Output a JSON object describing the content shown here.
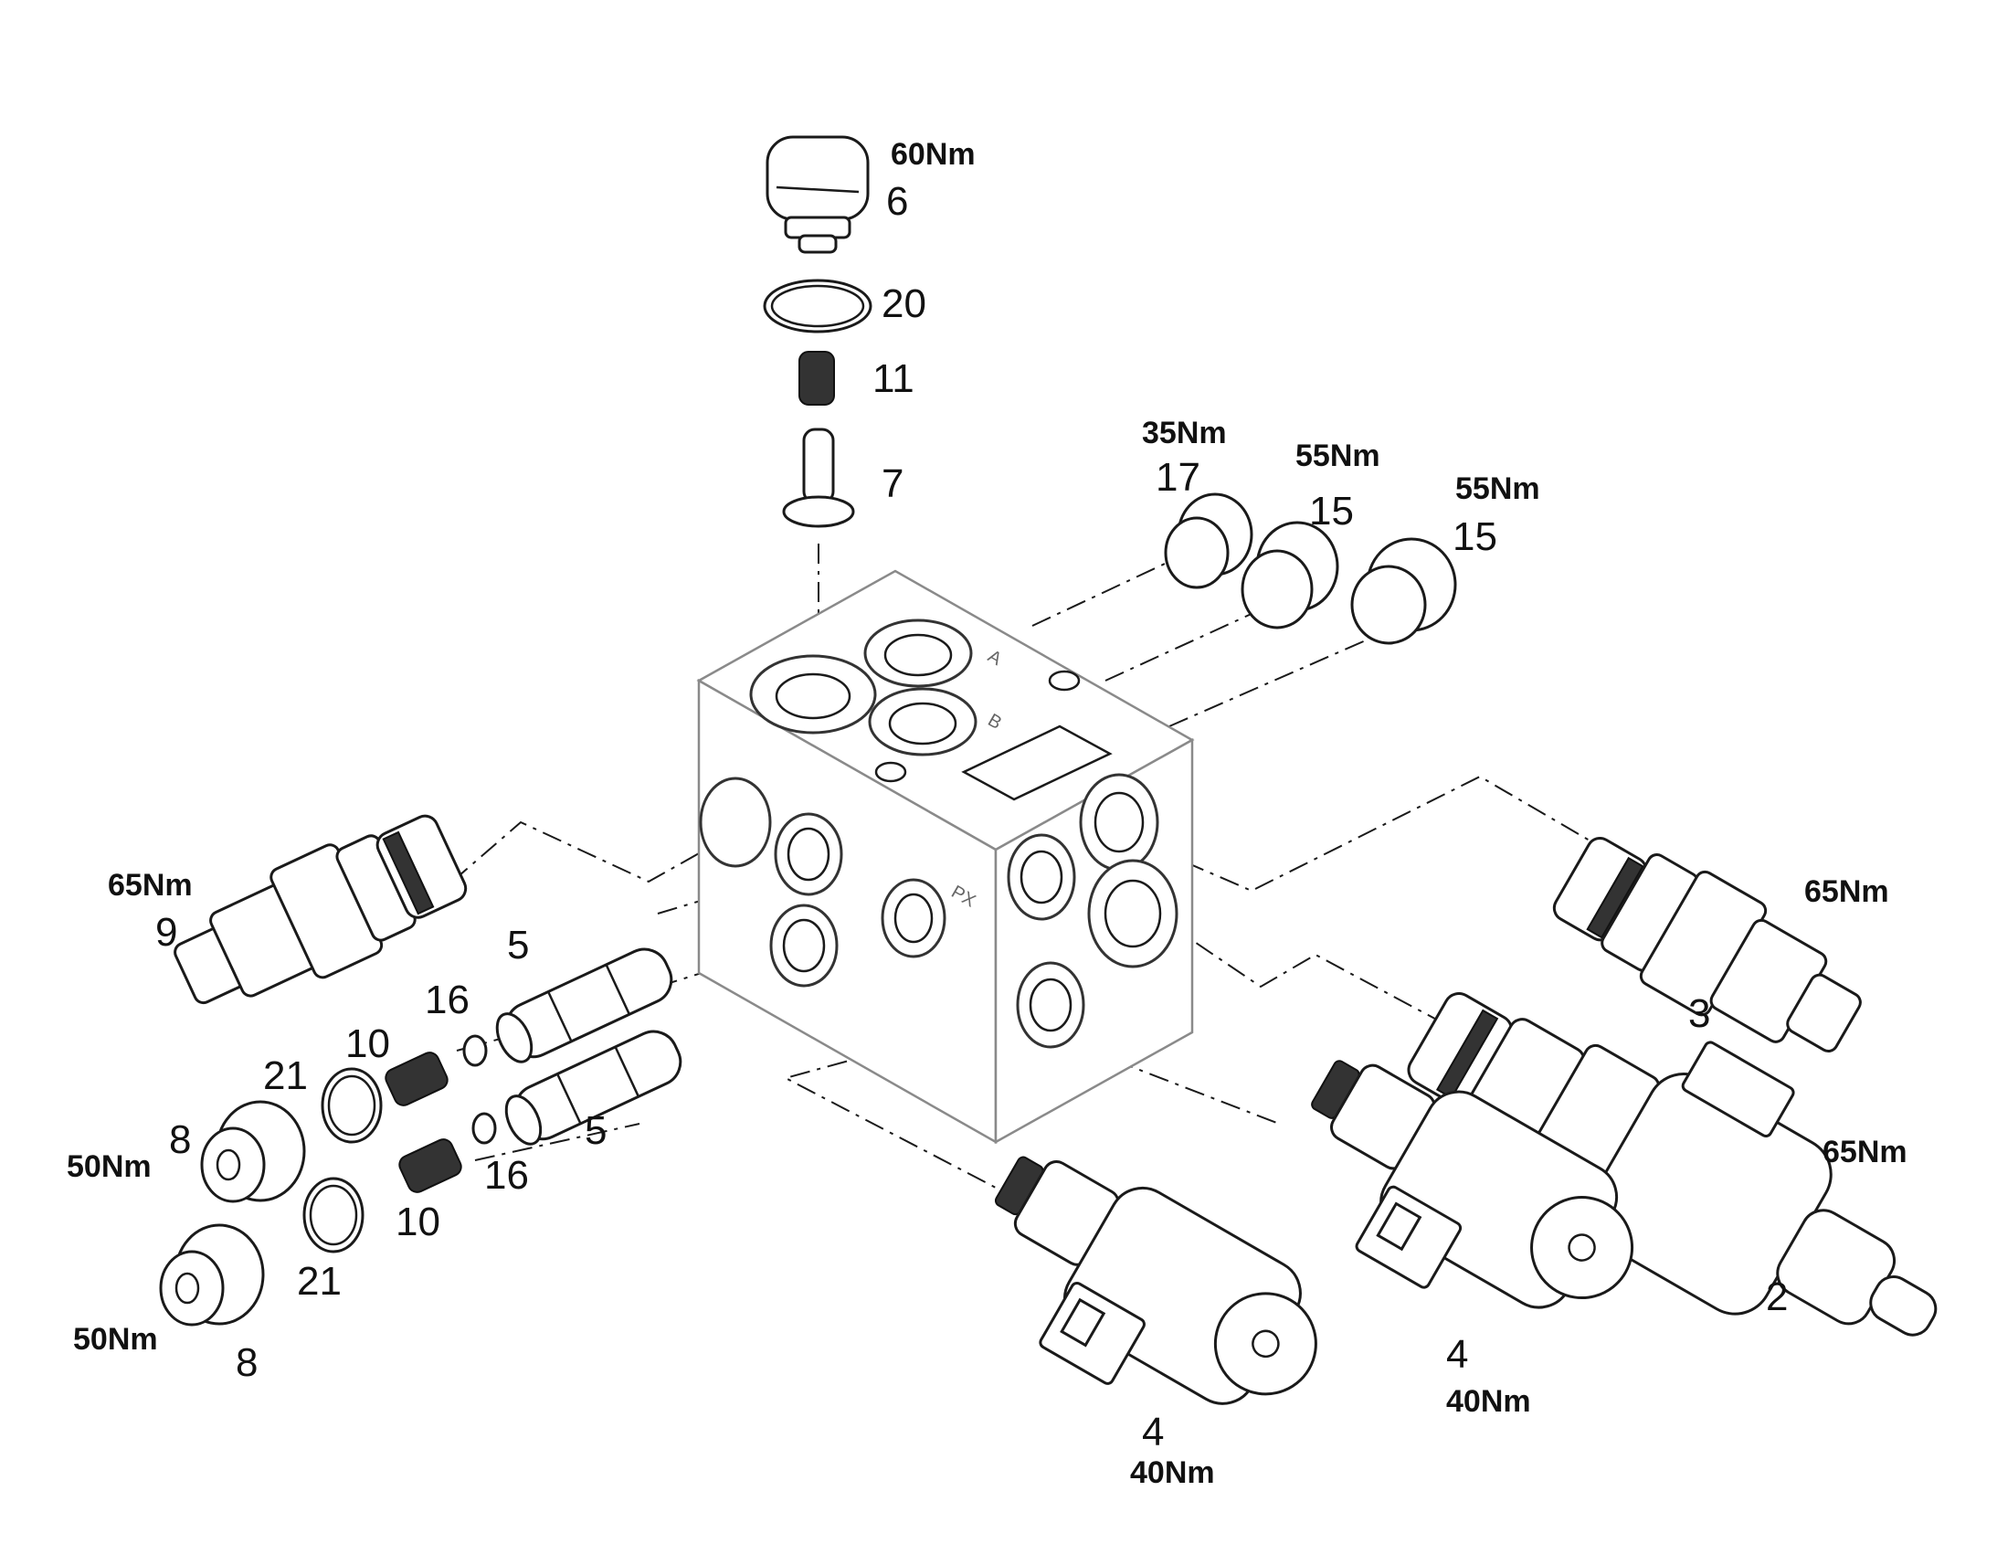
{
  "callouts": {
    "c6": {
      "num": "6",
      "torque": "60Nm"
    },
    "c20": {
      "num": "20"
    },
    "c11": {
      "num": "11"
    },
    "c7": {
      "num": "7"
    },
    "c17": {
      "num": "17",
      "torque": "35Nm"
    },
    "c15a": {
      "num": "15",
      "torque": "55Nm"
    },
    "c15b": {
      "num": "15",
      "torque": "55Nm"
    },
    "c9": {
      "num": "9",
      "torque": "65Nm"
    },
    "c3": {
      "num": "3",
      "torque": "65Nm"
    },
    "c5a": {
      "num": "5"
    },
    "c5b": {
      "num": "5"
    },
    "c16a": {
      "num": "16"
    },
    "c16b": {
      "num": "16"
    },
    "c10a": {
      "num": "10"
    },
    "c10b": {
      "num": "10"
    },
    "c21a": {
      "num": "21"
    },
    "c21b": {
      "num": "21"
    },
    "c8a": {
      "num": "8",
      "torque": "50Nm"
    },
    "c8b": {
      "num": "8",
      "torque": "50Nm"
    },
    "c2": {
      "num": "2",
      "torque": "65Nm"
    },
    "c4a": {
      "num": "4",
      "torque": "40Nm"
    },
    "c4b": {
      "num": "4",
      "torque": "40Nm"
    }
  },
  "block_markings": {
    "port_a": "A",
    "port_b": "B",
    "port_px": "PX"
  }
}
